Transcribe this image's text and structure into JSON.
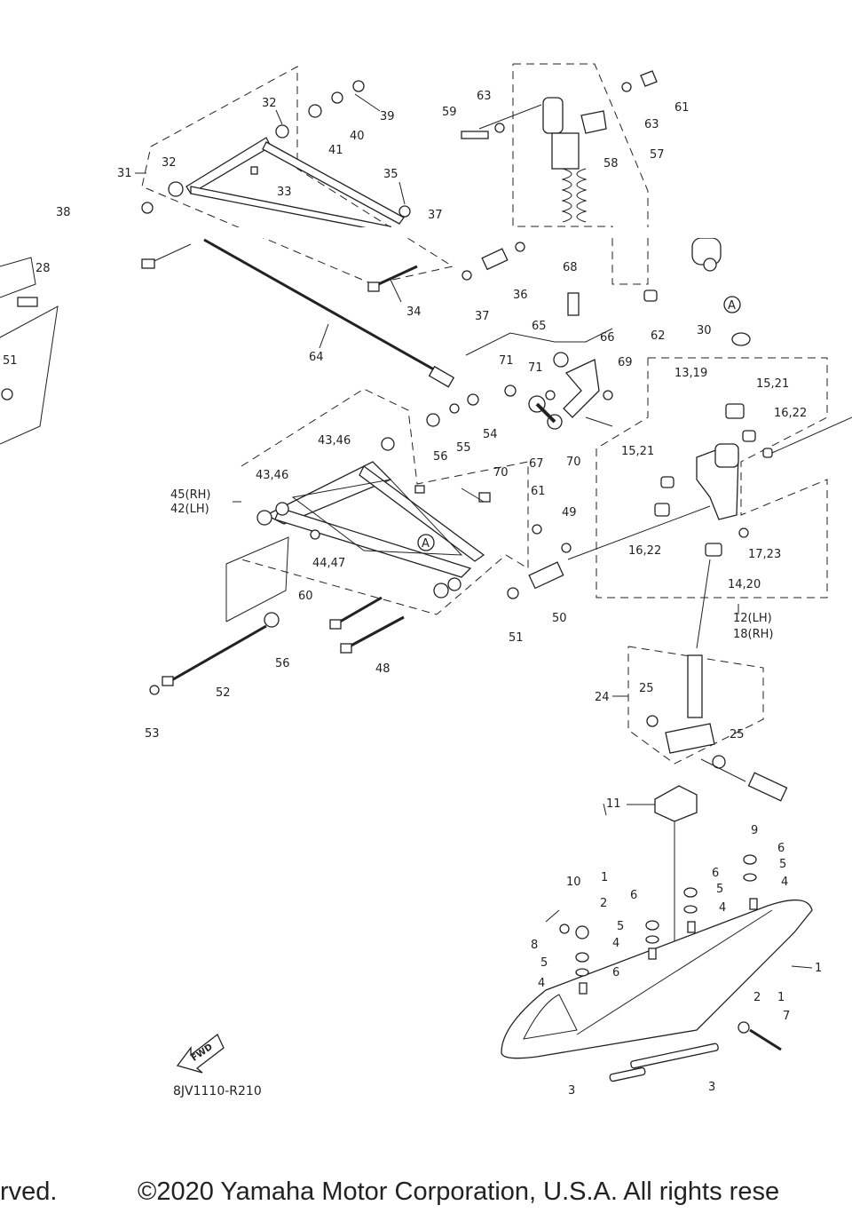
{
  "diagram": {
    "code": "8JV1110-R210",
    "fwd_label": "FWD",
    "callouts": {
      "c1": "1",
      "c2": "2",
      "c3": "3",
      "c4": "4",
      "c5": "5",
      "c6": "6",
      "c7": "7",
      "c8": "8",
      "c9": "9",
      "c10": "10",
      "c11": "11",
      "c12_18": "12(LH)",
      "c18": "18(RH)",
      "c13_19": "13,19",
      "c14_20": "14,20",
      "c15_21": "15,21",
      "c16_22": "16,22",
      "c17_23": "17,23",
      "c24": "24",
      "c25": "25",
      "c28": "28",
      "c30": "30",
      "c31": "31",
      "c32": "32",
      "c33": "33",
      "c34": "34",
      "c35": "35",
      "c36": "36",
      "c37": "37",
      "c38": "38",
      "c39": "39",
      "c40": "40",
      "c41": "41",
      "c43_46": "43,46",
      "c44_47": "44,47",
      "c45": "45(RH)",
      "c42": "42(LH)",
      "c48": "48",
      "c49": "49",
      "c50": "50",
      "c51": "51",
      "c52": "52",
      "c53": "53",
      "c54": "54",
      "c55": "55",
      "c56": "56",
      "c57": "57",
      "c58": "58",
      "c59": "59",
      "c60": "60",
      "c61": "61",
      "c62": "62",
      "c63": "63",
      "c64": "64",
      "c65": "65",
      "c66": "66",
      "c67": "67",
      "c68": "68",
      "c69": "69",
      "c70": "70",
      "c71": "71",
      "marker_a": "A"
    }
  },
  "footer": {
    "left_text": "rved.",
    "right_text": "©2020 Yamaha Motor Corporation, U.S.A. All rights rese"
  }
}
